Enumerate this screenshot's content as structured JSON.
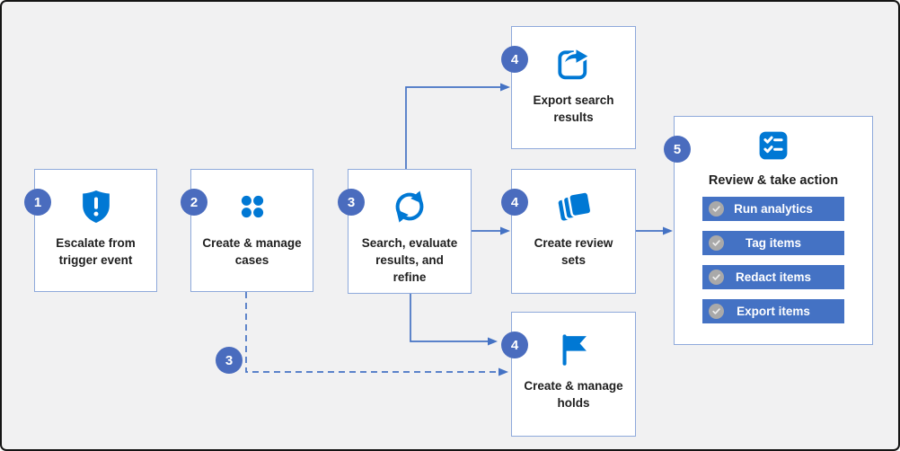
{
  "nodes": [
    {
      "step": "1",
      "label": "Escalate from trigger event",
      "icon": "shield-alert-icon"
    },
    {
      "step": "2",
      "label": "Create & manage cases",
      "icon": "dots-grid-icon"
    },
    {
      "step": "3",
      "label": "Search, evaluate results, and refine",
      "icon": "sync-arrows-icon"
    },
    {
      "step": "4",
      "label": "Export search results",
      "icon": "export-share-icon"
    },
    {
      "step": "4",
      "label": "Create review sets",
      "icon": "layered-cards-icon"
    },
    {
      "step": "4",
      "label": "Create & manage holds",
      "icon": "flag-icon"
    }
  ],
  "panel": {
    "step": "5",
    "title": "Review & take action",
    "icon": "task-checklist-icon",
    "actions": [
      {
        "icon": "check-circle-icon",
        "label": "Run analytics"
      },
      {
        "icon": "check-circle-icon",
        "label": "Tag items"
      },
      {
        "icon": "check-circle-icon",
        "label": "Redact items"
      },
      {
        "icon": "check-circle-icon",
        "label": "Export items"
      }
    ]
  },
  "connectors": {
    "dashed_branch_step": "3"
  },
  "colors": {
    "background": "#f1f1f2",
    "icon_blue": "#0078d4",
    "badge_blue": "#4a6cbe",
    "button_blue": "#4472c4",
    "connector_blue": "#4472c4",
    "box_border": "#8ea9db",
    "check_circle_gray": "#a9a9a9"
  }
}
